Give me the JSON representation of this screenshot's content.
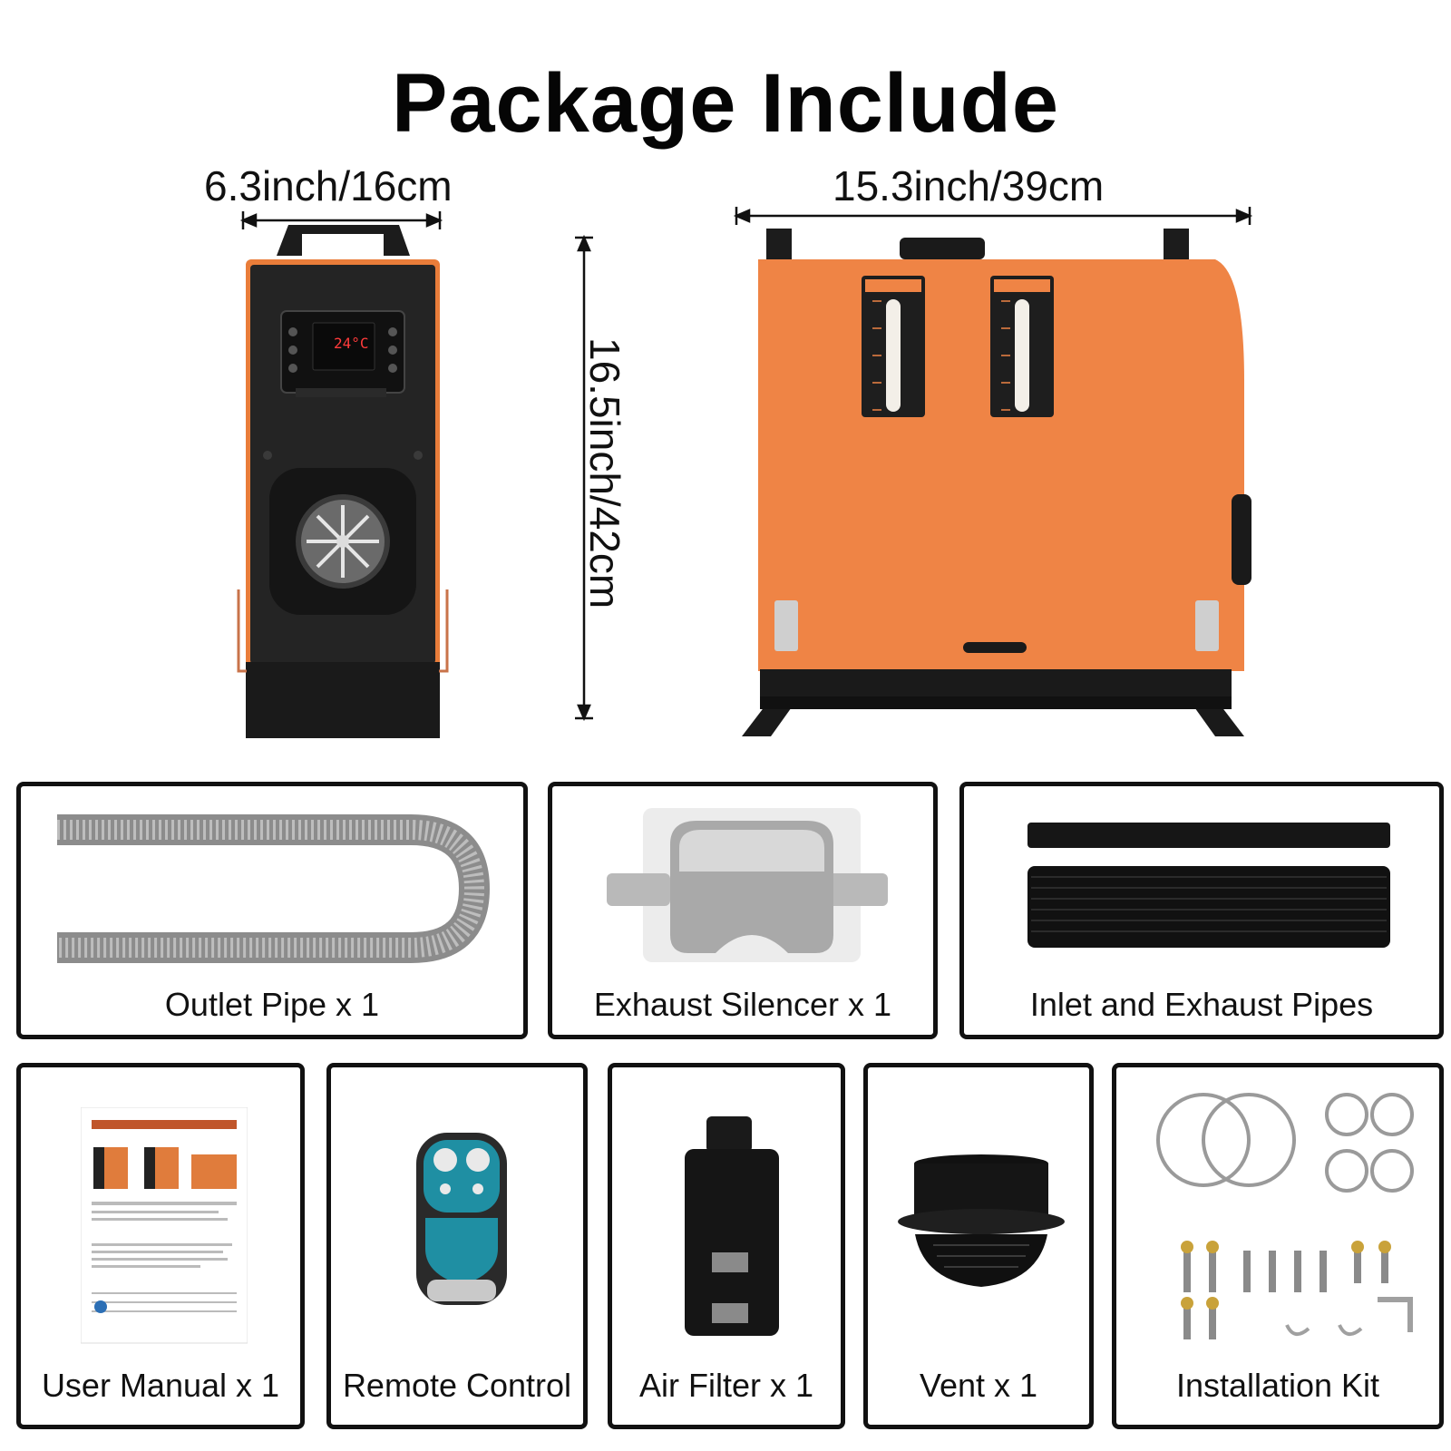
{
  "title": "Package Include",
  "dimensions": {
    "front_width": "6.3inch/16cm",
    "side_width": "15.3inch/39cm",
    "height": "16.5inch/42cm"
  },
  "controller_display": "24°C",
  "colors": {
    "heater_orange": "#f08a45",
    "body_black": "#1f1f1f",
    "border": "#111111"
  },
  "items": [
    {
      "label": "Outlet Pipe x 1"
    },
    {
      "label": "Exhaust Silencer x 1"
    },
    {
      "label": "Inlet and Exhaust Pipes"
    },
    {
      "label": "User Manual x 1"
    },
    {
      "label": "Remote Control"
    },
    {
      "label": "Air Filter x 1"
    },
    {
      "label": "Vent x 1"
    },
    {
      "label": "Installation Kit"
    }
  ]
}
